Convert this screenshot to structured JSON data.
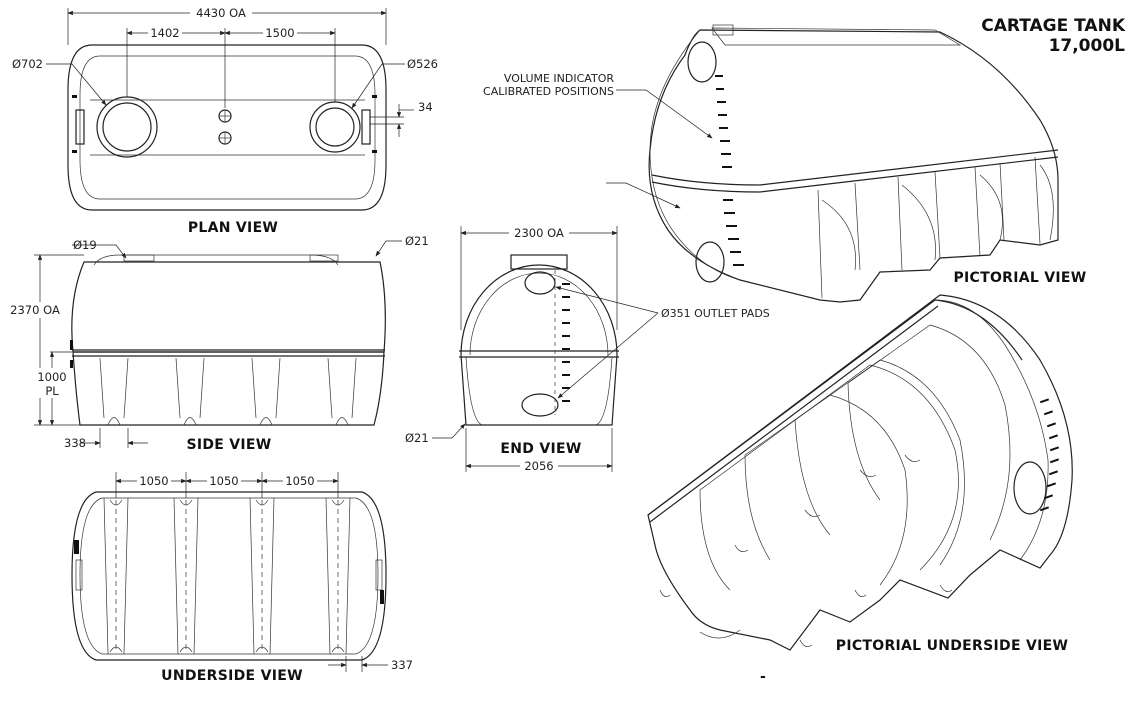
{
  "title": {
    "line1": "CARTAGE TANK",
    "line2": "17,000L"
  },
  "views": {
    "plan": "PLAN VIEW",
    "side": "SIDE VIEW",
    "end": "END VIEW",
    "underside": "UNDERSIDE VIEW",
    "pictorial": "PICTORIAL VIEW",
    "pictorial_underside": "PICTORIAL UNDERSIDE VIEW"
  },
  "dims": {
    "overall_length": "4430 OA",
    "inlet_spacing_1": "1402",
    "inlet_spacing_2": "1500",
    "dia_left": "Ø702",
    "dia_right": "Ø526",
    "offset_34": "34",
    "dia_19": "Ø19",
    "dia_21_top": "Ø21",
    "height": "2370 OA",
    "pl_value": "1000",
    "pl_label": "PL",
    "offset_338": "338",
    "end_width": "2300 OA",
    "end_base": "2056",
    "dia_21_end": "Ø21",
    "rib_1": "1050",
    "rib_2": "1050",
    "rib_3": "1050",
    "offset_337": "337"
  },
  "notes": {
    "volume_indicator_1": "VOLUME INDICATOR",
    "volume_indicator_2": "CALIBRATED POSITIONS",
    "outlet_pads": "Ø351 OUTLET PADS"
  },
  "footer_mark": "-"
}
